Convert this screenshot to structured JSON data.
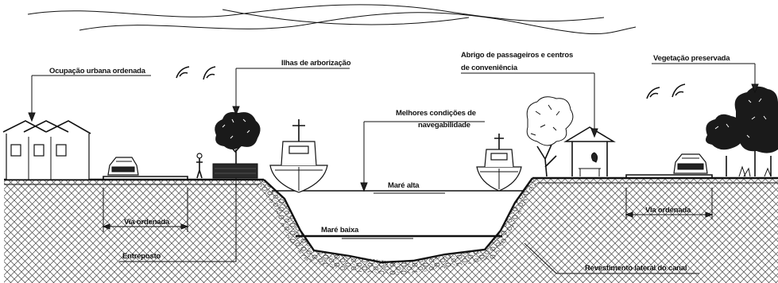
{
  "labels": {
    "ocupacao": "Ocupação urbana ordenada",
    "ilhas": "Ilhas de arborização",
    "melhores_1": "Melhores condições de",
    "melhores_2": "navegabilidade",
    "abrigo_1": "Abrigo de passageiros e centros",
    "abrigo_2": "de conveniência",
    "vegetacao": "Vegetação preservada",
    "mare_alta": "Maré alta",
    "mare_baixa": "Maré baixa",
    "via_esq": "Via ordenada",
    "via_dir": "Via ordenada",
    "entreposto": "Entreposto",
    "revestimento": "Revestimento lateral do canal"
  }
}
